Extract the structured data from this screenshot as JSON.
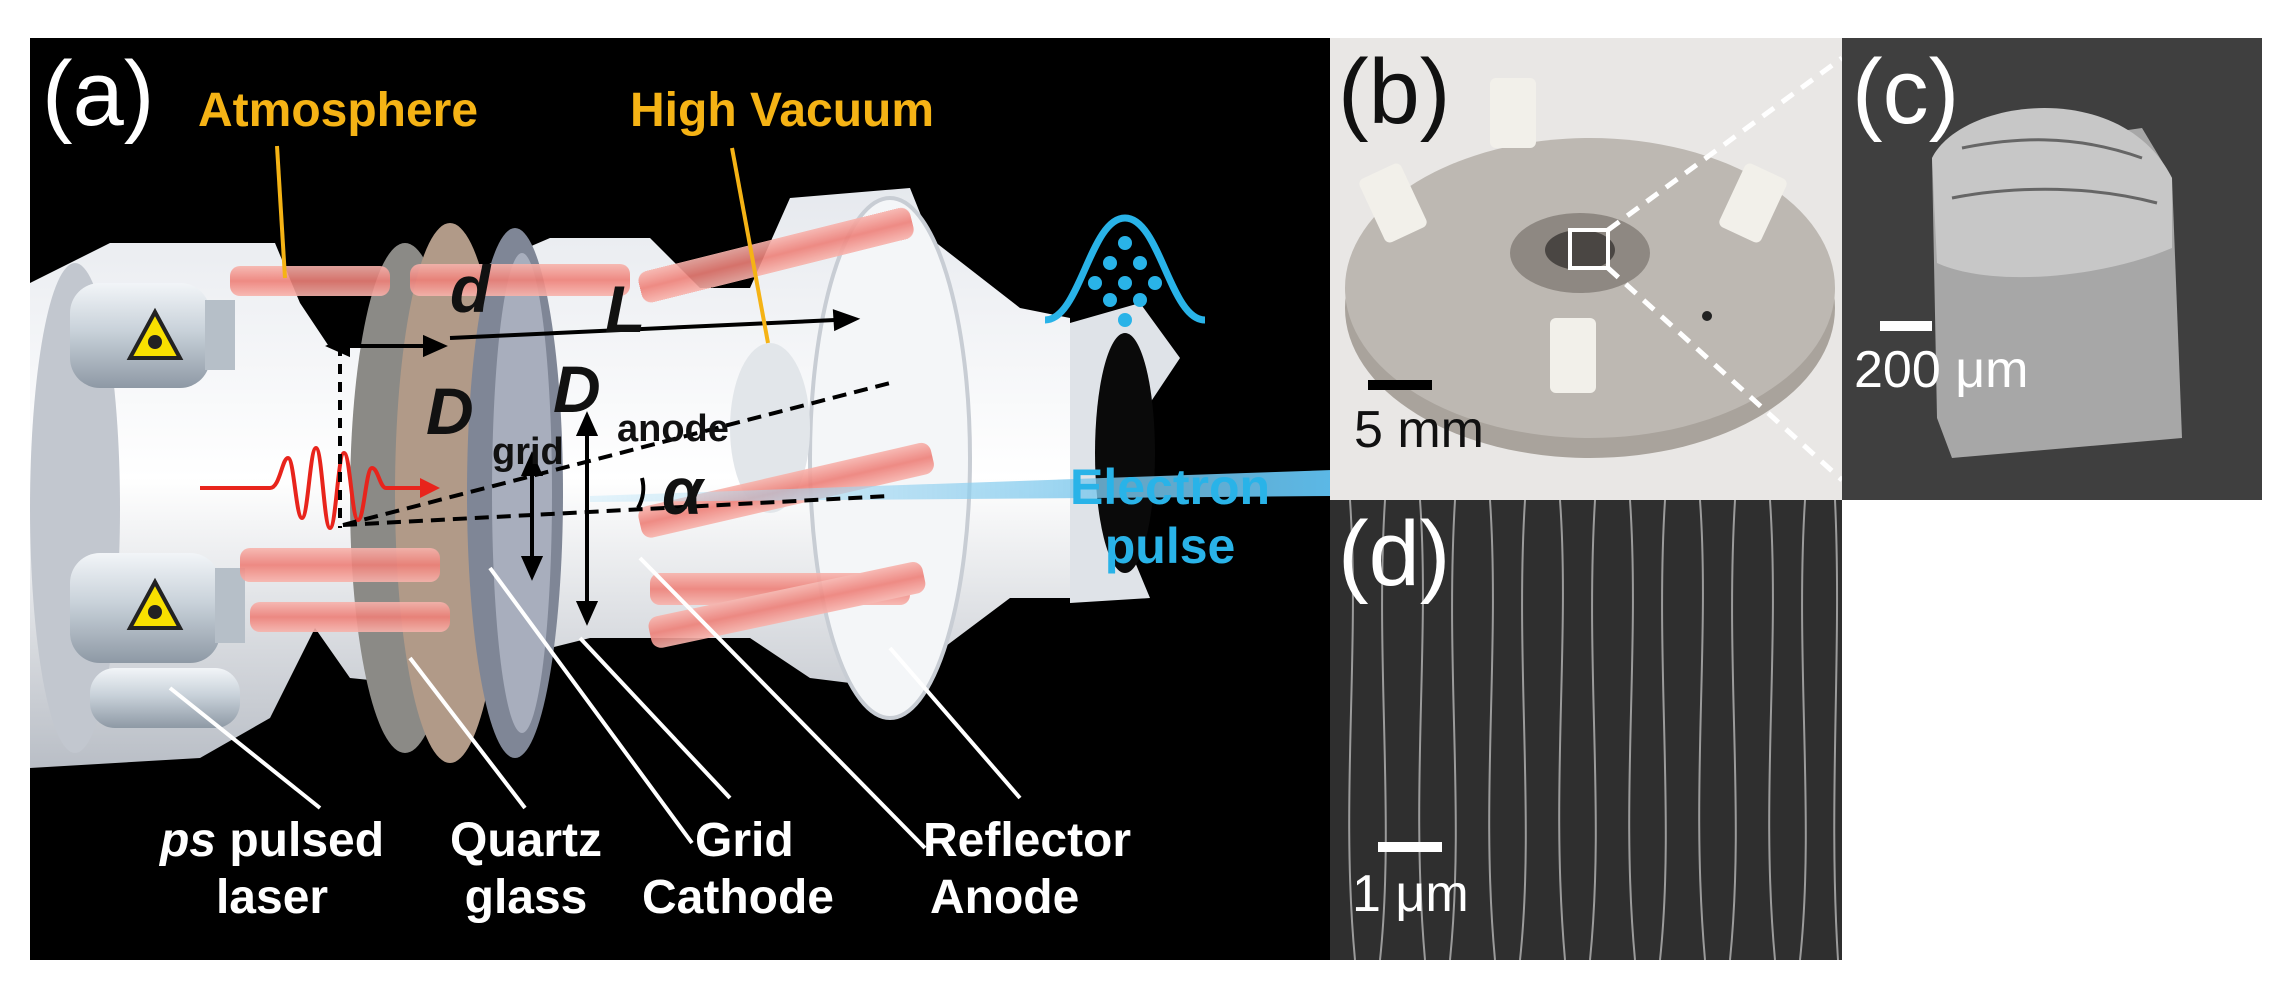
{
  "panel_a": {
    "tag": "(a)",
    "atmosphere": "Atmosphere",
    "high_vacuum": "High Vacuum",
    "electron_pulse": [
      "Electron",
      "pulse"
    ],
    "symbols": {
      "d": "d",
      "L": "L",
      "D1": "D",
      "D1_sub": "grid",
      "D2": "D",
      "D2_sub": "anode",
      "alpha": "α"
    },
    "labels": {
      "laser": {
        "prefix": "ps",
        "rest": " pulsed",
        "line2": "laser"
      },
      "quartz": [
        "Quartz",
        "glass"
      ],
      "grid": "Grid",
      "cathode": "Cathode",
      "reflector": "Reflector",
      "anode": "Anode"
    },
    "colors": {
      "label_orange": "#f5b315",
      "electron_blue": "#29b3e8",
      "laser_red": "#e8241c"
    }
  },
  "panel_b": {
    "tag": "(b)",
    "scale": "5 mm"
  },
  "panel_c": {
    "tag": "(c)",
    "scale": "200 μm"
  },
  "panel_d": {
    "tag": "(d)",
    "scale": "1 μm"
  }
}
